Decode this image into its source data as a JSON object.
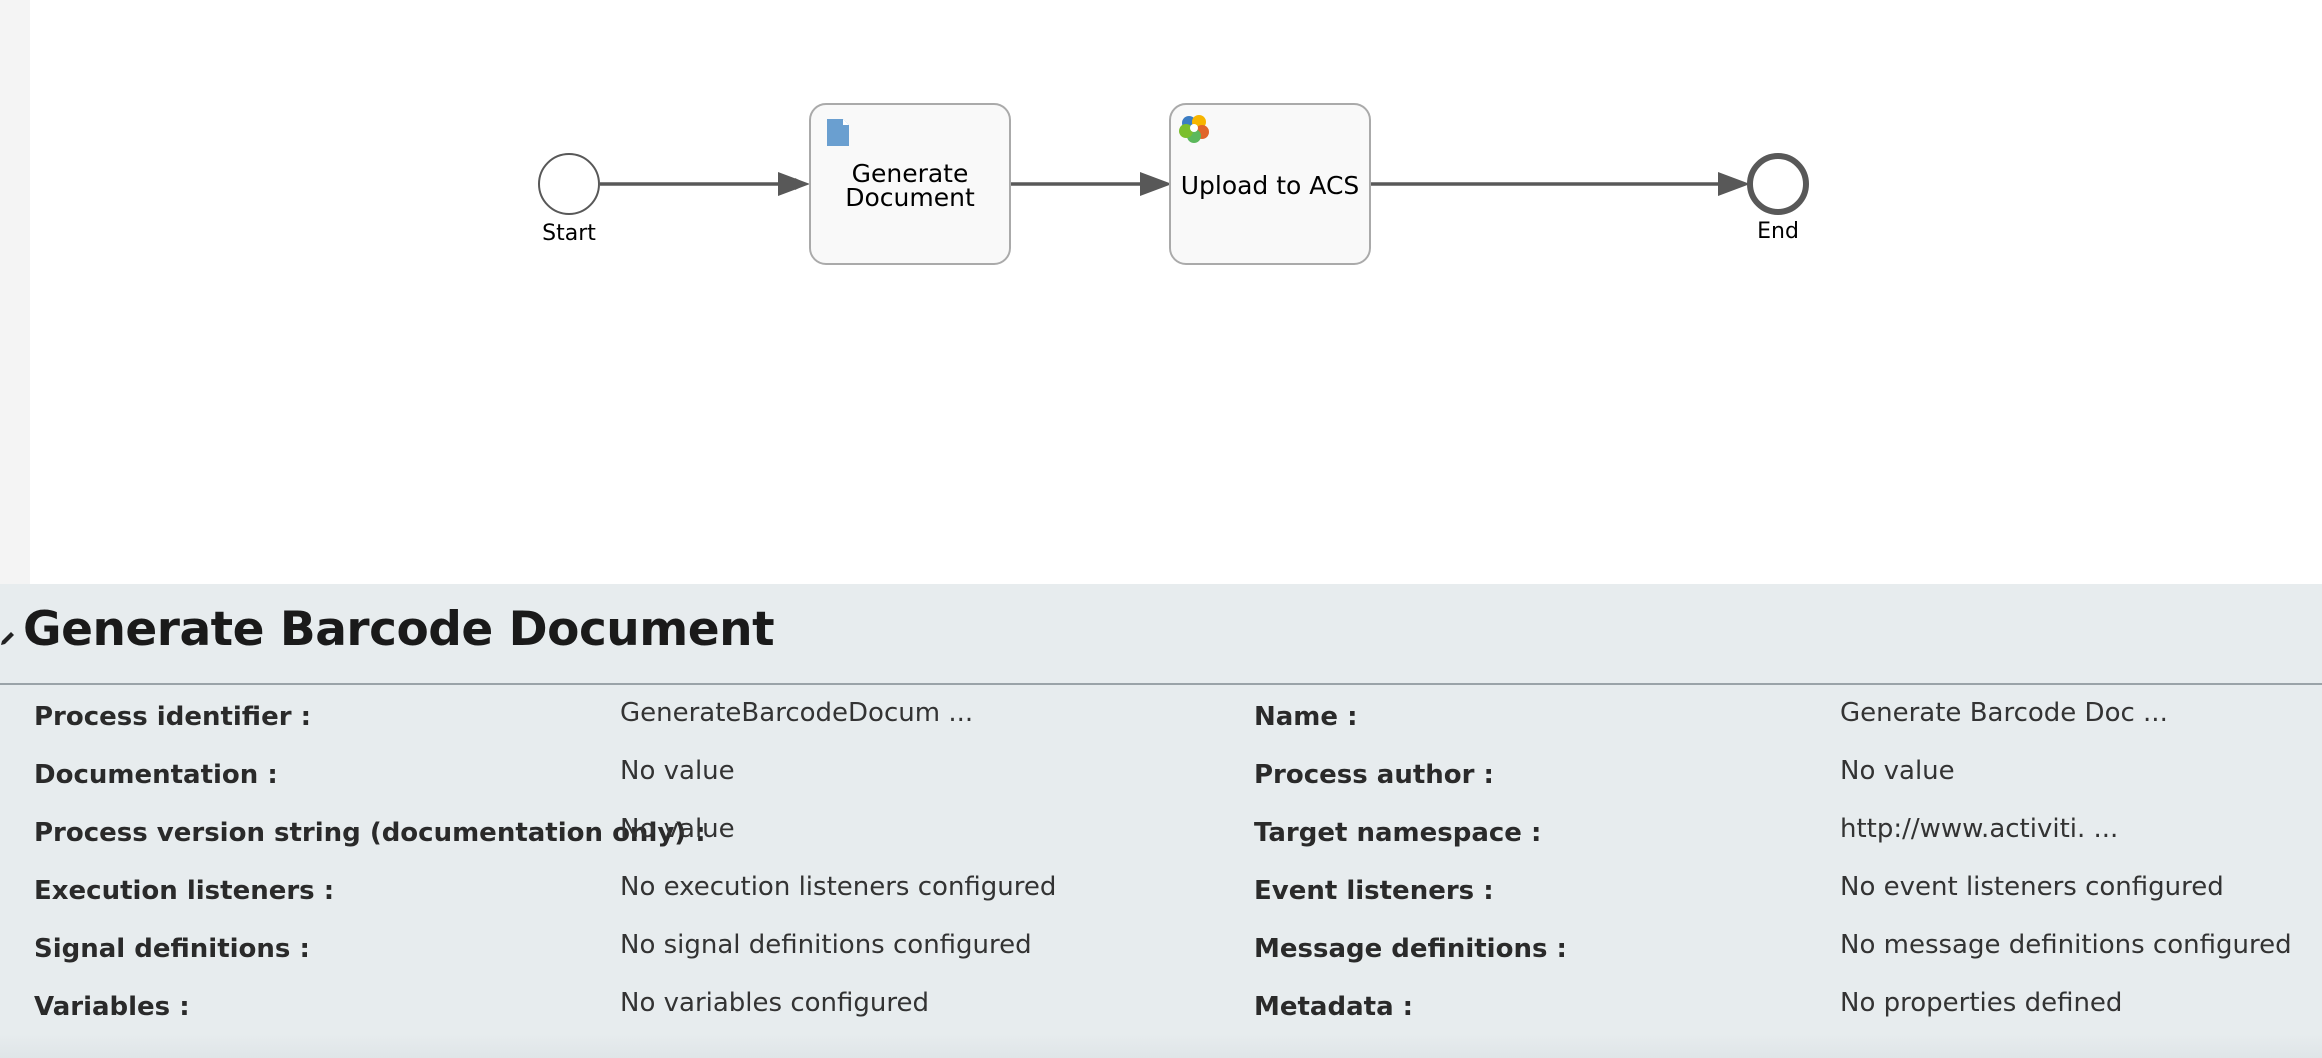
{
  "diagram": {
    "start_label": "Start",
    "end_label": "End",
    "task1_line1": "Generate",
    "task1_line2": "Document",
    "task2_label": "Upload to ACS",
    "task1_icon": "document-icon",
    "task2_icon": "alfresco-icon"
  },
  "properties": {
    "title": "Generate Barcode Document",
    "left": [
      {
        "label": "Process identifier :",
        "value": "GenerateBarcodeDocum ..."
      },
      {
        "label": "Documentation :",
        "value": "No value"
      },
      {
        "label": "Process version string (documentation only) :",
        "value": "No value"
      },
      {
        "label": "Execution listeners :",
        "value": "No execution listeners configured"
      },
      {
        "label": "Signal definitions :",
        "value": "No signal definitions configured"
      },
      {
        "label": "Variables :",
        "value": "No variables configured"
      }
    ],
    "right": [
      {
        "label": "Name :",
        "value": "Generate Barcode Doc ..."
      },
      {
        "label": "Process author :",
        "value": "No value"
      },
      {
        "label": "Target namespace :",
        "value": "http://www.activiti. ..."
      },
      {
        "label": "Event listeners :",
        "value": "No event listeners configured"
      },
      {
        "label": "Message definitions :",
        "value": "No message definitions configured"
      },
      {
        "label": "Metadata :",
        "value": "No properties defined"
      }
    ]
  },
  "colors": {
    "panel_bg": "#e7ecee",
    "task_fill": "#f9f9f9",
    "flow_line": "#585858",
    "doc_icon": "#6a9fd0"
  }
}
